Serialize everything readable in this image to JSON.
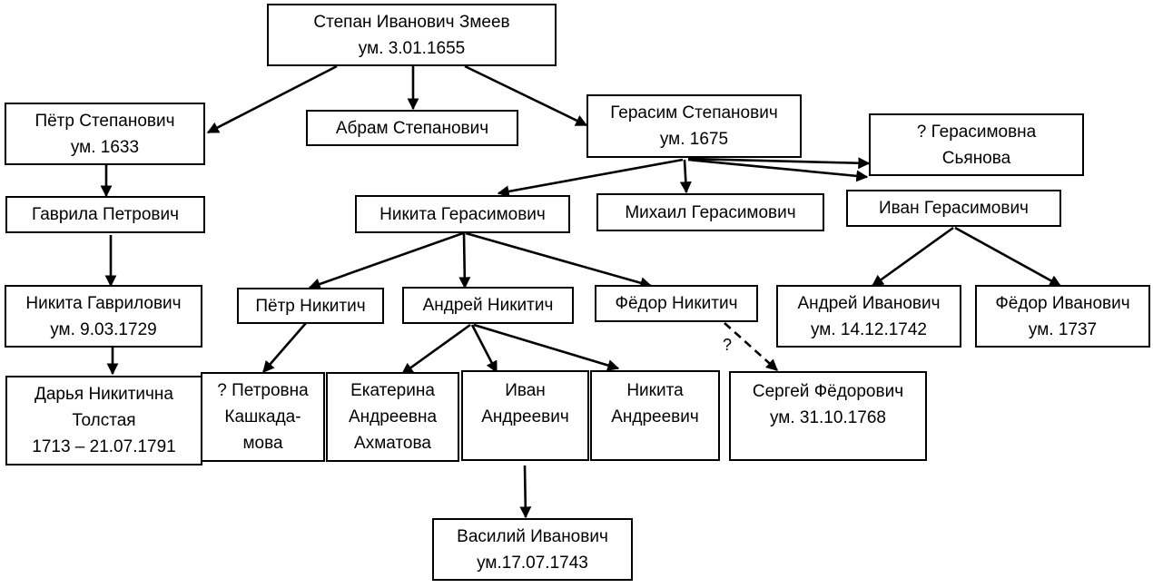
{
  "nodes": {
    "stepan": "Степан Иванович Змеев\nум. 3.01.1655",
    "petr_s": "Пётр Степанович\nум. 1633",
    "abram": "Абрам Степанович",
    "gerasim": "Герасим Степанович\nум. 1675",
    "q_gerasimovna": "? Герасимовна\nСьянова",
    "gavrila": "Гаврила Петрович",
    "nikita_g": "Никита Герасимович",
    "mikhail": "Михаил Герасимович",
    "ivan_g": "Иван Герасимович",
    "nikita_gav": "Никита Гаврилович\nум. 9.03.1729",
    "petr_n": "Пётр Никитич",
    "andrey_n": "Андрей Никитич",
    "fedor_n": "Фёдор Никитич",
    "andrey_i": "Андрей Иванович\nум. 14.12.1742",
    "fedor_i": "Фёдор Иванович\nум. 1737",
    "darya": "Дарья Никитична\nТолстая\n1713 – 21.07.1791",
    "q_petrovna": "? Петровна\nКашкада-\nмова",
    "ekaterina": "Екатерина\nАндреевна\nАхматова",
    "ivan_a": "Иван\nАндреевич",
    "nikita_a": "Никита\nАндреевич",
    "sergey": "Сергей Фёдорович\nум. 31.10.1768",
    "vasiliy": "Василий Иванович\nум.17.07.1743"
  },
  "uncertain_mark": "?"
}
